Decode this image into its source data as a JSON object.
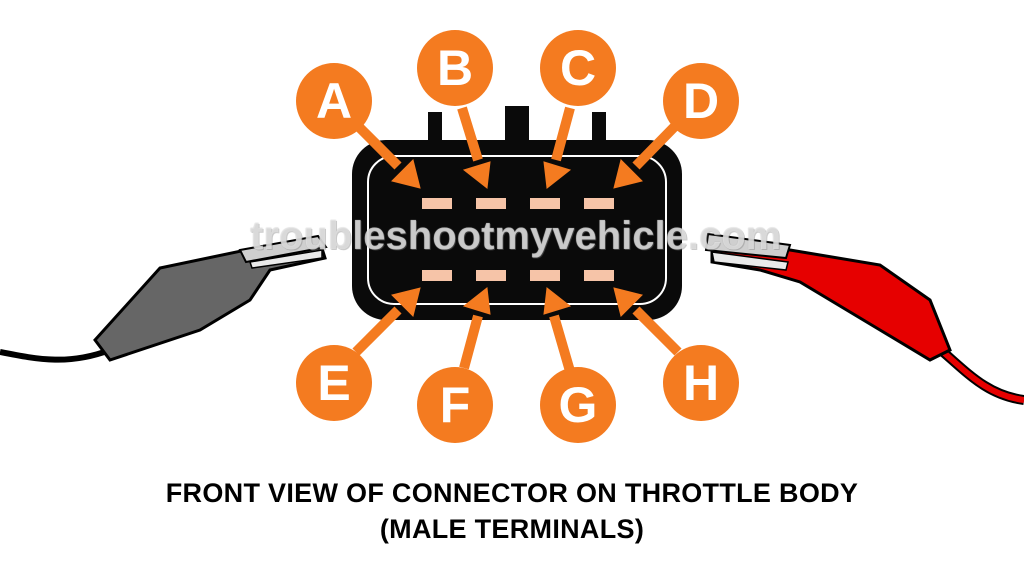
{
  "colors": {
    "badge": "#f47b20",
    "connector": "#0a0a0a",
    "terminal": "#f6c4a8",
    "black_probe": "#666666",
    "red_probe": "#e60000"
  },
  "pins": [
    {
      "id": "A",
      "label": "A"
    },
    {
      "id": "B",
      "label": "B"
    },
    {
      "id": "C",
      "label": "C"
    },
    {
      "id": "D",
      "label": "D"
    },
    {
      "id": "E",
      "label": "E"
    },
    {
      "id": "F",
      "label": "F"
    },
    {
      "id": "G",
      "label": "G"
    },
    {
      "id": "H",
      "label": "H"
    }
  ],
  "watermark": "troubleshootmyvehicle.com",
  "caption": {
    "line1": "FRONT VIEW OF CONNECTOR ON THROTTLE BODY",
    "line2": "(MALE TERMINALS)"
  }
}
